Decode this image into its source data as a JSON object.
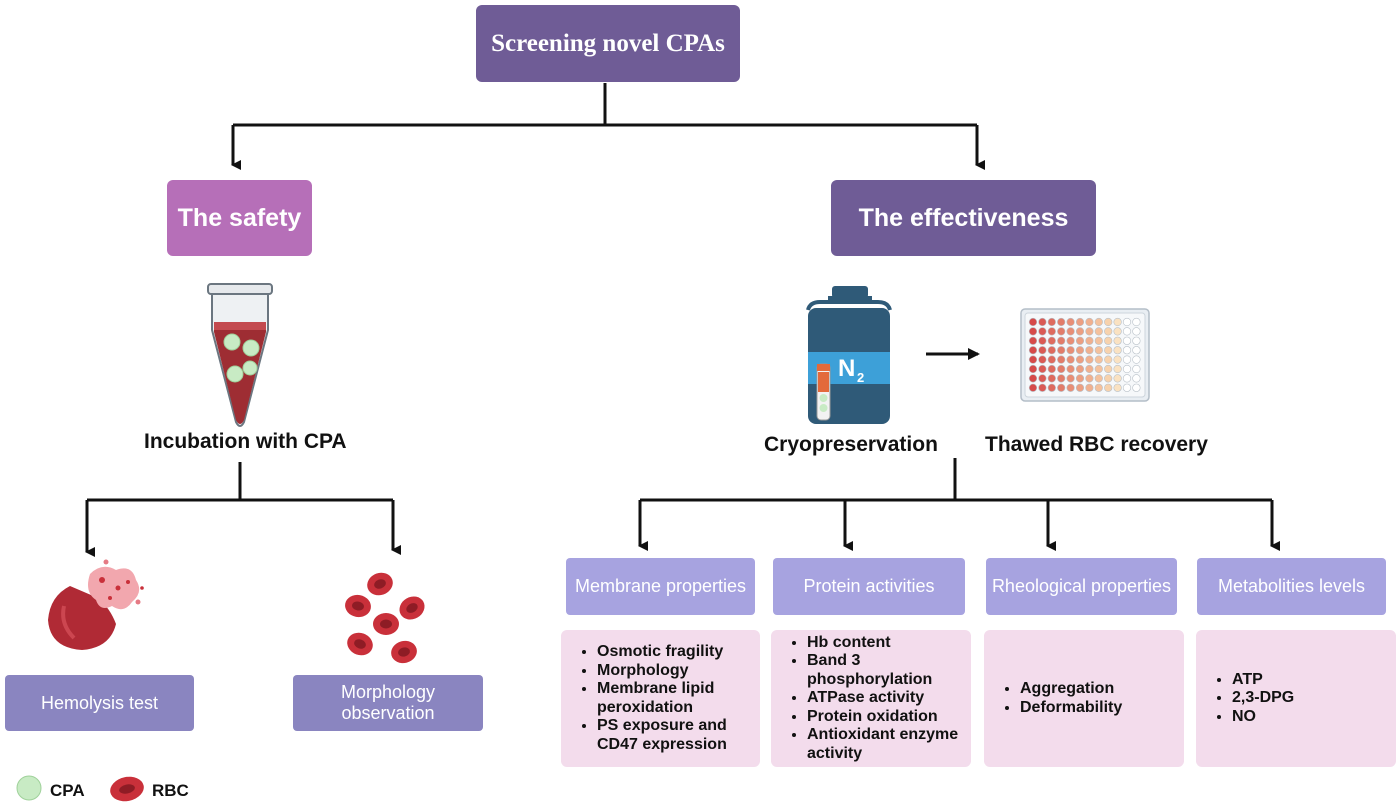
{
  "title": "Screening novel CPAs",
  "safety": {
    "label": "The safety",
    "color": "#b66fb8",
    "step": "Incubation with CPA",
    "outcomes": [
      "Hemolysis test",
      "Morphology observation"
    ]
  },
  "effectiveness": {
    "label": "The effectiveness",
    "color": "#6f5c96",
    "tank_label_main": "N",
    "tank_label_sub": "2",
    "steps": [
      "Cryopreservation",
      "Thawed RBC recovery"
    ],
    "categories": [
      {
        "label": "Membrane properties",
        "items": [
          "Osmotic fragility",
          "Morphology",
          "Membrane lipid peroxidation",
          "PS exposure and CD47 expression"
        ]
      },
      {
        "label": "Protein activities",
        "items": [
          "Hb content",
          "Band 3 phosphorylation",
          "ATPase activity",
          "Protein oxidation",
          "Antioxidant enzyme activity"
        ]
      },
      {
        "label": "Rheological properties",
        "items": [
          "Aggregation",
          "Deformability"
        ]
      },
      {
        "label": "Metabolities levels",
        "items": [
          "ATP",
          "2,3-DPG",
          "NO"
        ]
      }
    ]
  },
  "legend": [
    {
      "label": "CPA",
      "icon": "cpa-circle-icon",
      "color": "#c8ebc4"
    },
    {
      "label": "RBC",
      "icon": "rbc-icon",
      "color": "#c9303a"
    }
  ]
}
